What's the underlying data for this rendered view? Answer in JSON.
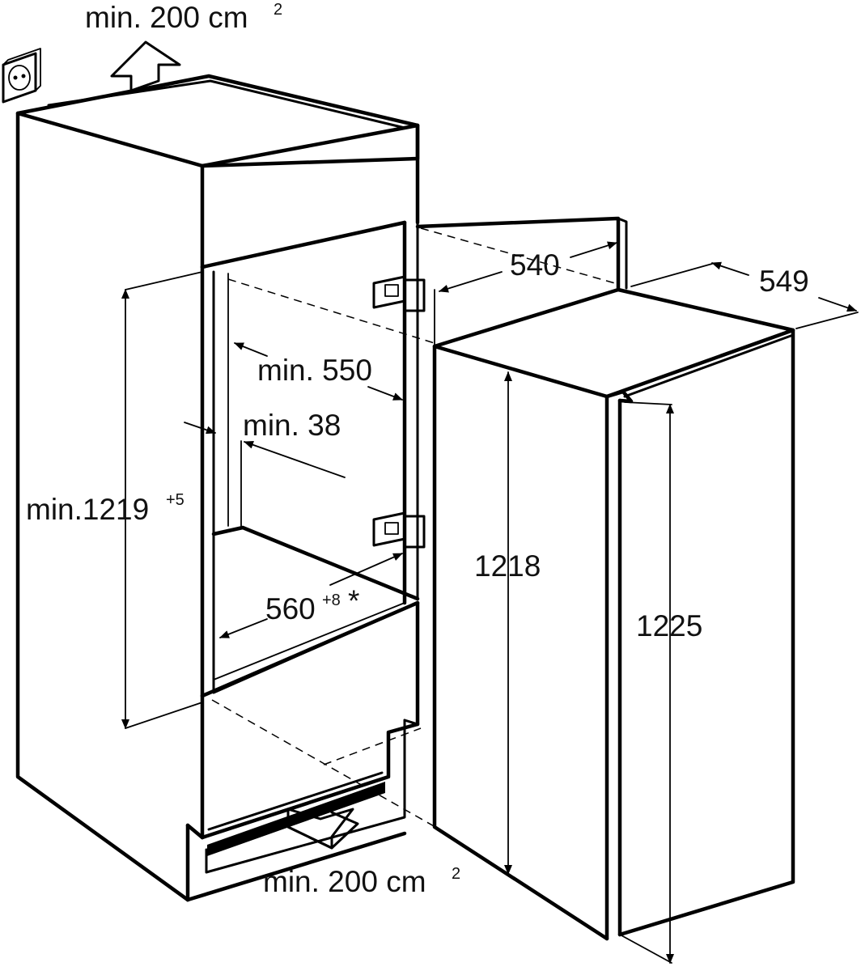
{
  "labels": {
    "vent_top": "min. 200 cm",
    "vent_top_sup": "2",
    "vent_bottom": "min. 200 cm",
    "vent_bottom_sup": "2",
    "niche_height": "min.1219",
    "niche_height_sup": "+5",
    "niche_depth": "min. 550",
    "gap_38": "min. 38",
    "niche_width": "560",
    "niche_width_sup": "+8",
    "niche_width_note": "*",
    "appliance_width": "540",
    "appliance_depth": "549",
    "appliance_height": "1218",
    "appliance_total_height": "1225"
  },
  "icons": {
    "power_socket": "power-socket-icon",
    "airflow_up": "airflow-up-arrow-icon",
    "airflow_in": "airflow-in-arrow-icon",
    "hinge": "door-hinge-icon"
  }
}
